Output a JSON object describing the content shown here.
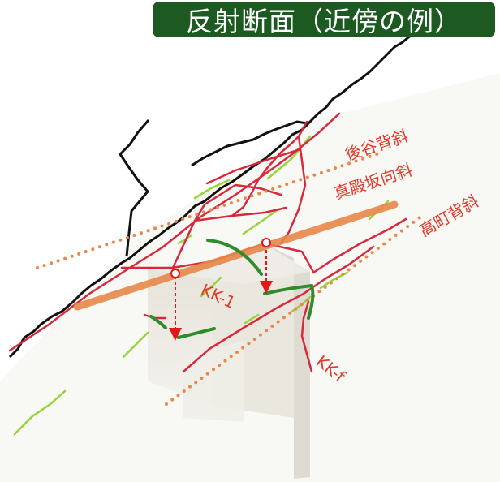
{
  "title": "反射断面（近傍の例）",
  "labels": {
    "ushiroya_anticline": "後谷背斜",
    "madonozaka_syncline": "真殿坂向斜",
    "takamachi_anticline": "高町背斜",
    "kk1": "KK-1",
    "kkf": "KK-f"
  },
  "colors": {
    "title_bg": "#1d5a22",
    "title_text": "#ffffff",
    "coastline": "#111111",
    "fault_red": "#d8283c",
    "geology_green": "#96d43a",
    "reflector_green": "#2e8b2e",
    "fold_axis": "#e8874a",
    "section_orange": "#e8874a",
    "label_red": "#e23a2a",
    "arrow_red": "#e01818",
    "section_block": "#ece9e0"
  }
}
